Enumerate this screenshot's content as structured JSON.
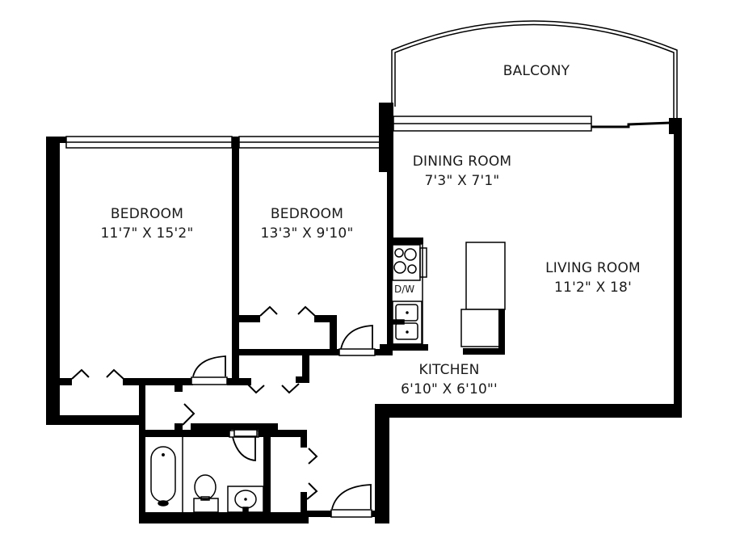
{
  "floorplan": {
    "colors": {
      "wall": "#000000",
      "line": "#000000",
      "background": "#ffffff",
      "text": "#1a1a1a"
    },
    "rooms": [
      {
        "id": "balcony",
        "name": "BALCONY",
        "dims": ""
      },
      {
        "id": "dining-room",
        "name": "DINING ROOM",
        "dims": "7'3\" X 7'1\""
      },
      {
        "id": "bedroom-1",
        "name": "BEDROOM",
        "dims": "11'7\" X 15'2\""
      },
      {
        "id": "bedroom-2",
        "name": "BEDROOM",
        "dims": "13'3\" X 9'10\""
      },
      {
        "id": "living-room",
        "name": "LIVING ROOM",
        "dims": "11'2\" X 18'"
      },
      {
        "id": "kitchen",
        "name": "KITCHEN",
        "dims": "6'10\" X 6'10\"'"
      }
    ],
    "fixtures": {
      "dishwasher_label": "D/W"
    }
  }
}
